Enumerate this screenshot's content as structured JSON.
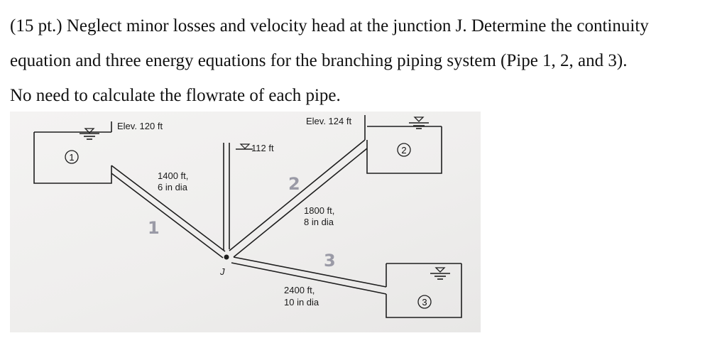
{
  "problem": {
    "line1": "(15 pt.) Neglect minor losses and velocity head at the junction J. Determine the continuity",
    "line2": "equation and three energy equations for the branching piping system (Pipe 1, 2, and 3).",
    "line3": "No need to calculate the flowrate of each pipe."
  },
  "diagram": {
    "reservoir1": {
      "number": "1",
      "elevation": "Elev. 120 ft"
    },
    "reservoir2": {
      "number": "2",
      "elevation": "Elev. 124 ft"
    },
    "reservoir3": {
      "number": "3"
    },
    "standpipe_level": "112 ft",
    "junction_label": "J",
    "pipe1": {
      "length": "1400 ft,",
      "diameter": "6 in dia",
      "hand_label": "1"
    },
    "pipe2": {
      "length": "1800 ft,",
      "diameter": "8 in dia",
      "hand_label": "2"
    },
    "pipe3": {
      "length": "2400 ft,",
      "diameter": "10 in dia",
      "hand_label": "3"
    }
  }
}
